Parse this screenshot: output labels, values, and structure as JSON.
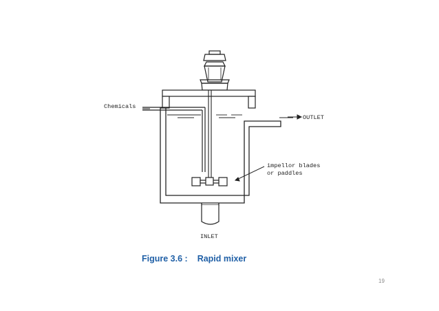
{
  "diagram": {
    "labels": {
      "chemicals": "Chemicals",
      "outlet": "OUTLET",
      "impellor_line1": "impellor blades",
      "impellor_line2": "or paddles",
      "inlet": "INLET"
    }
  },
  "caption": {
    "figure": "Figure 3.6 :",
    "title": "Rapid mixer"
  },
  "page_number": "19",
  "colors": {
    "caption": "#1f5fa6",
    "line": "#222222",
    "page_number": "#8a8a8a"
  }
}
